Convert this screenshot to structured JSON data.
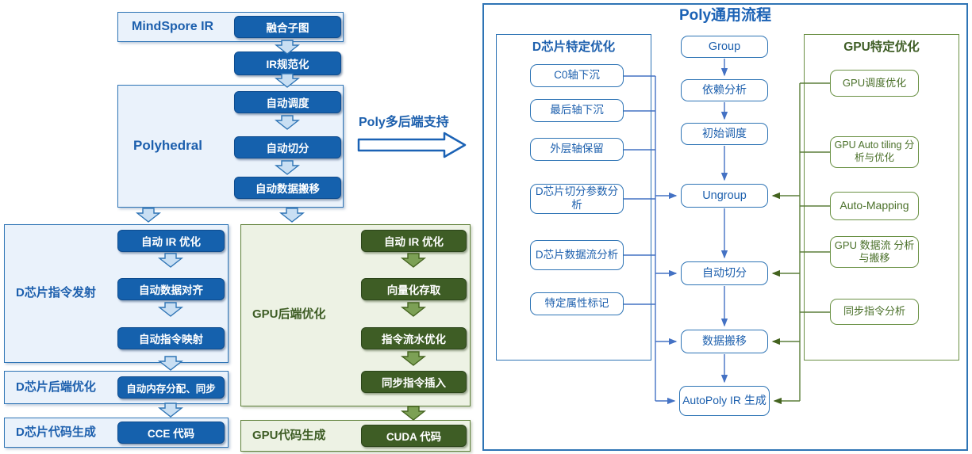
{
  "colors": {
    "blue_dark": "#1561AD",
    "blue_border": "#2E74B5",
    "blue_panel_fill": "#EAF2FB",
    "blue_text": "#1C5FAD",
    "green_dark": "#3E5D25",
    "green_border": "#6A9144",
    "green_panel_fill": "#EDF2E4",
    "green_text": "#4A7029",
    "connector_blue": "#4472C4",
    "connector_green": "#5C7F3A"
  },
  "left_flow": {
    "mindspore": {
      "label": "MindSpore IR",
      "button": "融合子图"
    },
    "ir_normalize": "IR规范化",
    "polyhedral": {
      "label": "Polyhedral",
      "steps": [
        "自动调度",
        "自动切分",
        "自动数据搬移"
      ]
    },
    "multi_backend_label": "Poly多后端支持",
    "d_instr_emit": {
      "label": "D芯片指令发射",
      "steps": [
        "自动 IR 优化",
        "自动数据对齐",
        "自动指令映射"
      ]
    },
    "d_backend_opt": {
      "label": "D芯片后端优化",
      "button": "自动内存分配、同步"
    },
    "d_codegen": {
      "label": "D芯片代码生成",
      "button": "CCE 代码"
    },
    "gpu_backend_opt": {
      "label": "GPU后端优化",
      "steps": [
        "自动 IR 优化",
        "向量化存取",
        "指令流水优化",
        "同步指令插入"
      ]
    },
    "gpu_codegen": {
      "label": "GPU代码生成",
      "button": "CUDA 代码"
    }
  },
  "right_panel": {
    "title": "Poly通用流程",
    "d_column": {
      "title": "D芯片特定优化",
      "items": [
        "C0轴下沉",
        "最后轴下沉",
        "外层轴保留",
        "D芯片切分参数分析",
        "D芯片数据流分析",
        "特定属性标记"
      ]
    },
    "center_flow": [
      "Group",
      "依赖分析",
      "初始调度",
      "Ungroup",
      "自动切分",
      "数据搬移",
      "AutoPoly IR 生成"
    ],
    "gpu_column": {
      "title": "GPU特定优化",
      "items": [
        "GPU调度优化",
        "GPU Auto tiling 分析与优化",
        "Auto-Mapping",
        "GPU 数据流 分析与搬移",
        "同步指令分析"
      ]
    }
  }
}
